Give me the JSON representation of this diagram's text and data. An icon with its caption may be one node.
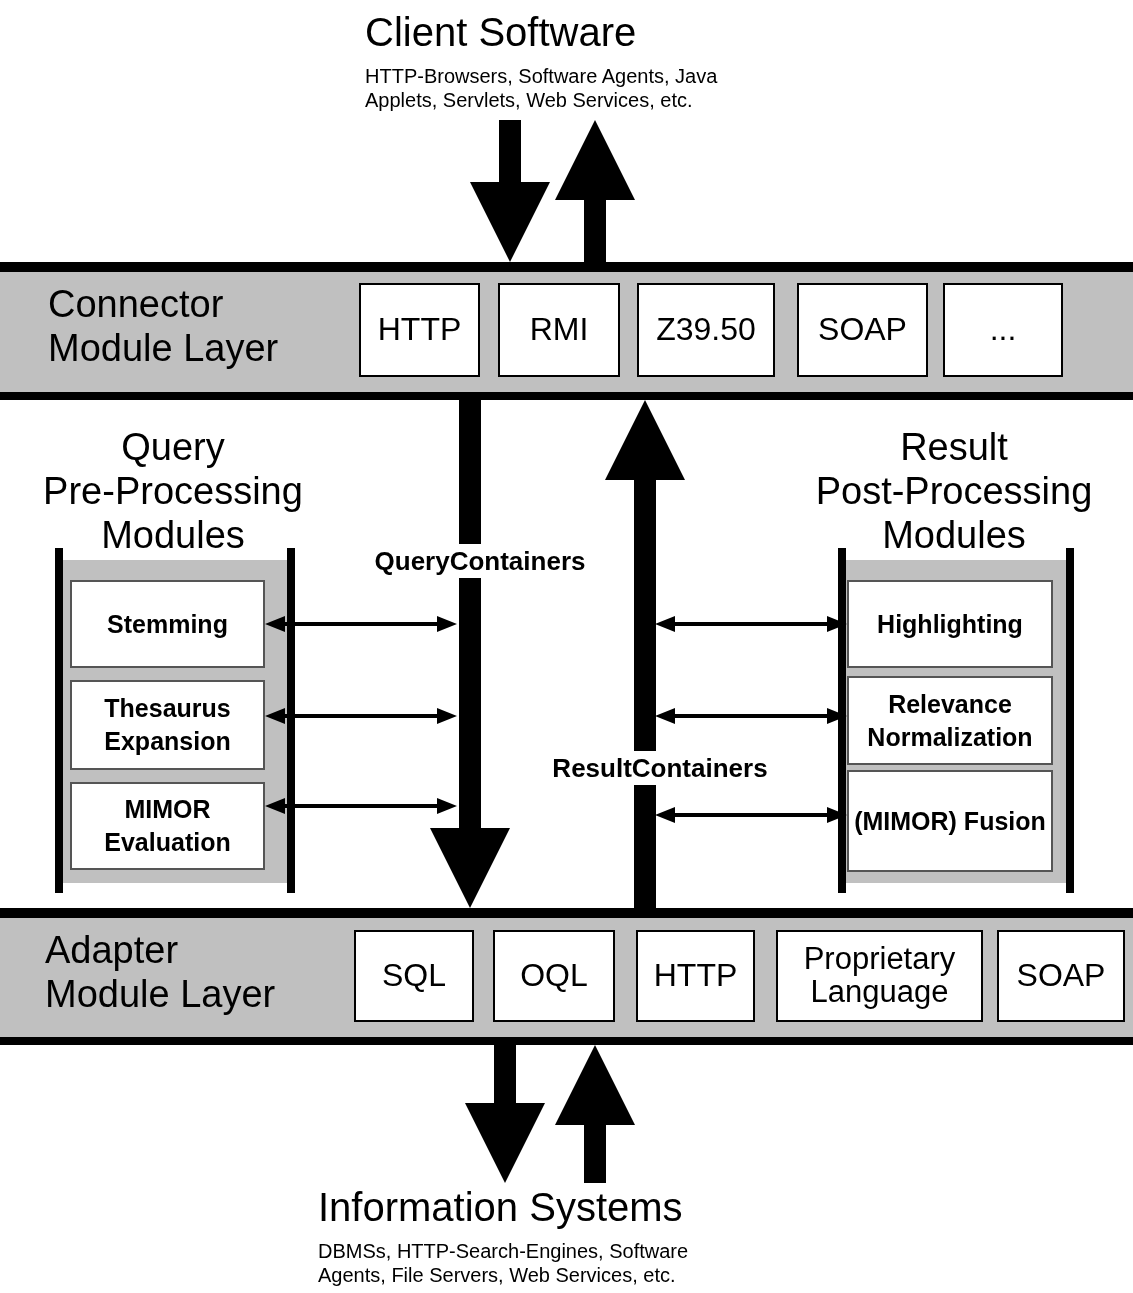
{
  "diagram": {
    "nodes": [
      {
        "text": [
          "Client Software",
          "HTTP-Browsers, Software Agents, Java Applets, Servlets, Web Services, etc."
        ]
      },
      {
        "text": [
          "Connector Module Layer"
        ]
      },
      {
        "text": [
          "HTTP"
        ],
        "in": 1
      },
      {
        "text": [
          "RMI"
        ],
        "in": 1
      },
      {
        "text": [
          "Z39.50"
        ],
        "in": 1
      },
      {
        "text": [
          "SOAP"
        ],
        "in": 1
      },
      {
        "text": [
          "..."
        ],
        "in": 1
      },
      {
        "text": [
          "Query Pre-Processing Modules"
        ]
      },
      {
        "text": [
          "Stemming"
        ],
        "in": 7
      },
      {
        "text": [
          "Thesaurus Expansion"
        ],
        "in": 7
      },
      {
        "text": [
          "MIMOR Evaluation"
        ],
        "in": 7
      },
      {
        "text": [
          "Result Post-Processing Modules"
        ]
      },
      {
        "text": [
          "Highlighting"
        ],
        "in": 11
      },
      {
        "text": [
          "Relevance Normalization"
        ],
        "in": 11
      },
      {
        "text": [
          "(MIMOR) Fusion"
        ],
        "in": 11
      },
      {
        "text": [
          "Adapter Module Layer"
        ]
      },
      {
        "text": [
          "SQL"
        ],
        "in": 15
      },
      {
        "text": [
          "OQL"
        ],
        "in": 15
      },
      {
        "text": [
          "HTTP"
        ],
        "in": 15
      },
      {
        "text": [
          "Proprietary Language"
        ],
        "in": 15
      },
      {
        "text": [
          "SOAP"
        ],
        "in": 15
      },
      {
        "text": [
          "Information Systems",
          "DBMSs, HTTP-Search-Engines, Software Agents, File Servers, Web Services, etc."
        ]
      }
    ],
    "edges": [
      {
        "from": 0,
        "to": 1,
        "arrow": "to",
        "style": "thick"
      },
      {
        "from": 1,
        "to": 0,
        "arrow": "to",
        "style": "thick"
      },
      {
        "from": 1,
        "to": 15,
        "arrow": "to",
        "style": "thick",
        "label": "QueryContainers"
      },
      {
        "from": 15,
        "to": 1,
        "arrow": "to",
        "style": "thick",
        "label": "ResultContainers"
      },
      {
        "from": 8,
        "to": null,
        "arrow": "both"
      },
      {
        "from": 9,
        "to": null,
        "arrow": "both"
      },
      {
        "from": 10,
        "to": null,
        "arrow": "both"
      },
      {
        "from": null,
        "to": 12,
        "arrow": "both"
      },
      {
        "from": null,
        "to": 13,
        "arrow": "both"
      },
      {
        "from": null,
        "to": 14,
        "arrow": "both"
      },
      {
        "from": 15,
        "to": 21,
        "arrow": "to",
        "style": "thick"
      },
      {
        "from": 21,
        "to": 15,
        "arrow": "to",
        "style": "thick"
      }
    ]
  }
}
